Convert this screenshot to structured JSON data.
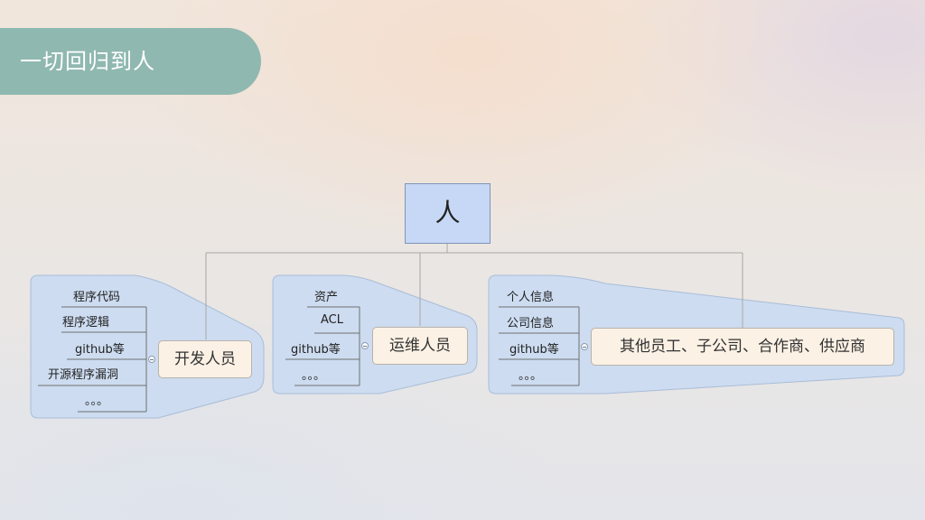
{
  "title": "一切回归到人",
  "root": {
    "label": "人"
  },
  "branches": [
    {
      "label": "开发人员",
      "items": [
        "程序代码",
        "程序逻辑",
        "github等",
        "开源程序漏洞",
        "。。。"
      ]
    },
    {
      "label": "运维人员",
      "items": [
        "资产",
        "ACL",
        "github等",
        "。。。"
      ]
    },
    {
      "label": "其他员工、子公司、合作商、供应商",
      "items": [
        "个人信息",
        "公司信息",
        "github等",
        "。。。"
      ]
    }
  ],
  "colors": {
    "banner": "#8fb8b0",
    "root_fill": "#c6d8f5",
    "group_fill": "#cddcf0",
    "node_fill": "#fbf1e5"
  }
}
